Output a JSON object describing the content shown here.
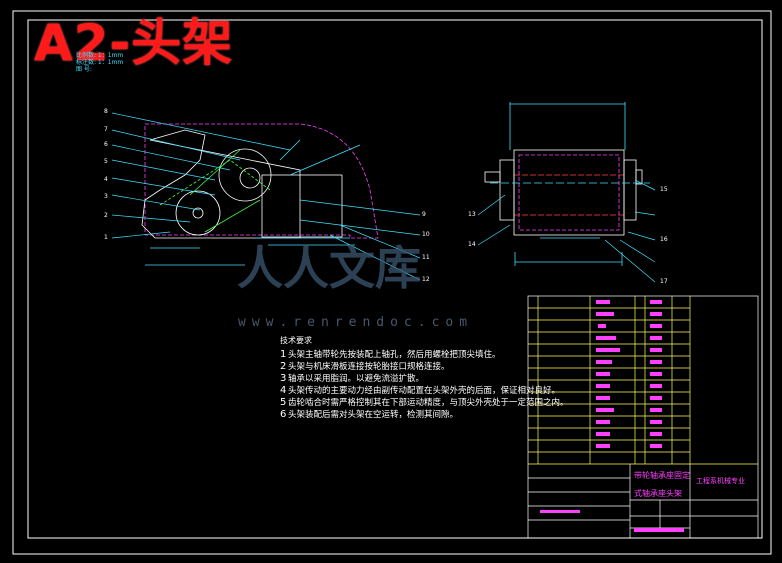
{
  "stamp": {
    "title": "A2-头架"
  },
  "legend_top": {
    "lines": [
      "比例数: 1：1mm",
      "标注数: 1：1mm",
      "图 号: "
    ]
  },
  "notes": {
    "header": "技术要求",
    "items": [
      {
        "num": "1",
        "text": "头架主轴带轮先按装配上轴孔，然后用螺栓把顶尖填住。"
      },
      {
        "num": "2",
        "text": "头架与机床滑板连接按轮胎接口规格连接。"
      },
      {
        "num": "3",
        "text": "轴承以采用脂润。以避免流溢扩散。"
      },
      {
        "num": "4",
        "text": "头架传动的主要动力经由副传动配置在头架外壳的后面，保证相对良好。"
      },
      {
        "num": "5",
        "text": "齿轮啮合时需严格控制其在下部运动精度，与顶尖外壳处于一定范围之内。"
      },
      {
        "num": "6",
        "text": "头架装配后需对头架在空运转，检测其间隙。"
      }
    ]
  },
  "watermark": {
    "url": "www.renrendoc.com",
    "logo": "人人文库"
  },
  "title_block": {
    "parts_list_rows": 13,
    "title_line1": "带轮轴承座固定",
    "title_line2": "式轴承座头架",
    "company": "工程系机械专业"
  },
  "callouts_left": [
    "8",
    "7",
    "6",
    "5",
    "4",
    "3",
    "2",
    "1"
  ],
  "callouts_right": [
    "9",
    "10",
    "11",
    "12",
    "13",
    "14",
    "15",
    "16",
    "17"
  ],
  "colors": {
    "frame": "#ffffff",
    "drawing": "#ffffff",
    "dim": "#40e0ff",
    "magenta": "#ff40ff",
    "green": "#40ff40",
    "yellow": "#ffff55",
    "stamp": "#ff1a1a"
  }
}
